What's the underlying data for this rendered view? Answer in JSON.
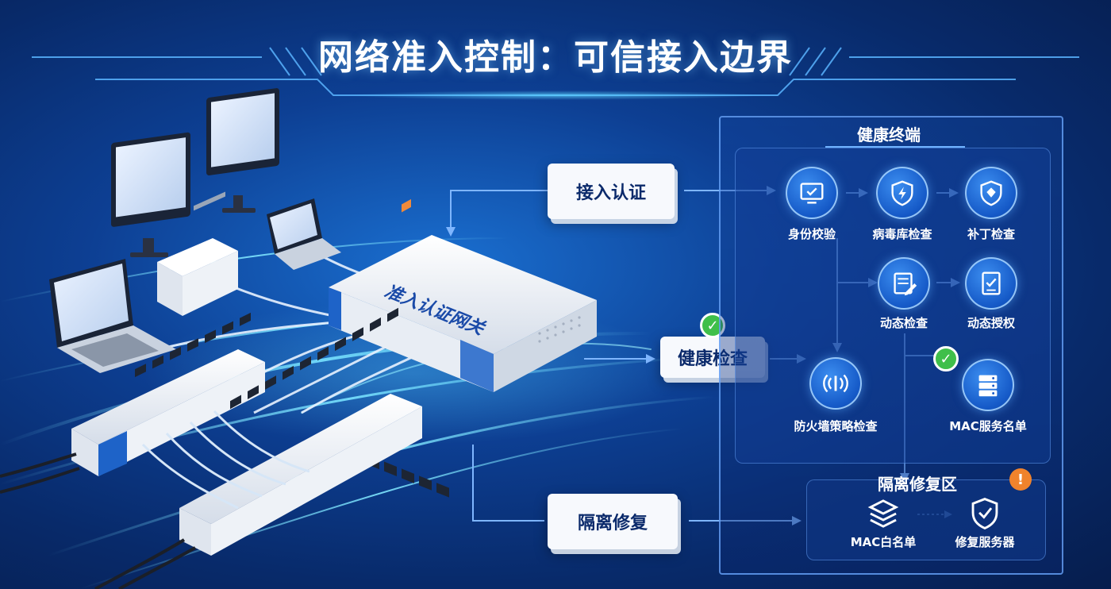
{
  "title": "网络准入控制：可信接入边界",
  "gateway_label": "准入认证网关",
  "steps": {
    "auth": "接入认证",
    "health": "健康检查",
    "remediate": "隔离修复"
  },
  "healthy_zone": {
    "label": "健康终端",
    "nodes": [
      {
        "label": "身份校验",
        "icon": "monitor-check-icon"
      },
      {
        "label": "病毒库检查",
        "icon": "shield-bolt-icon"
      },
      {
        "label": "补丁检查",
        "icon": "shield-icon"
      },
      {
        "label": "动态检查",
        "icon": "document-pen-icon"
      },
      {
        "label": "动态授权",
        "icon": "tablet-check-icon"
      },
      {
        "label": "防火墙策略检查",
        "icon": "signal-icon"
      },
      {
        "label": "MAC服务名单",
        "icon": "server-icon"
      }
    ]
  },
  "quarantine_zone": {
    "label": "隔离修复区",
    "nodes": [
      {
        "label": "MAC白名单",
        "icon": "stack-icon"
      },
      {
        "label": "修复服务器",
        "icon": "shield-check-icon"
      }
    ],
    "alert": "!"
  },
  "colors": {
    "accent": "#1559c7",
    "check": "#3fbf4a",
    "warning": "#f0832c"
  }
}
